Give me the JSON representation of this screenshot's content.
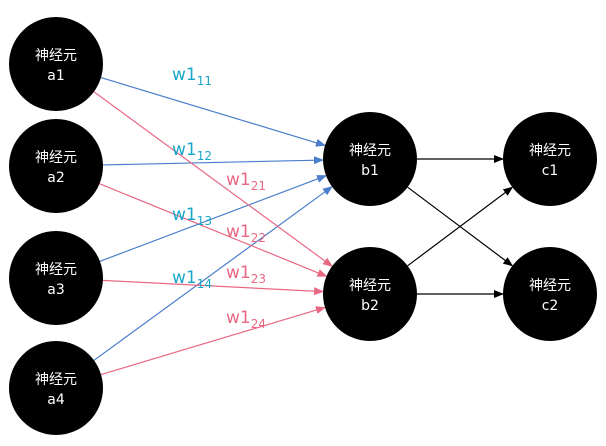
{
  "diagram": {
    "colors": {
      "node_fill": "#000000",
      "node_text": "#ffffff",
      "edge_blue": "#4a7ecb",
      "edge_pink": "#e86884",
      "edge_black": "#000000",
      "label_blue": "#1aa6c8",
      "label_pink": "#e86884"
    },
    "nodes": [
      {
        "id": "a1",
        "line1": "神经元",
        "line2": "a1"
      },
      {
        "id": "a2",
        "line1": "神经元",
        "line2": "a2"
      },
      {
        "id": "a3",
        "line1": "神经元",
        "line2": "a3"
      },
      {
        "id": "a4",
        "line1": "神经元",
        "line2": "a4"
      },
      {
        "id": "b1",
        "line1": "神经元",
        "line2": "b1"
      },
      {
        "id": "b2",
        "line1": "神经元",
        "line2": "b2"
      },
      {
        "id": "c1",
        "line1": "神经元",
        "line2": "c1"
      },
      {
        "id": "c2",
        "line1": "神经元",
        "line2": "c2"
      }
    ],
    "edges": [
      {
        "from": "a1",
        "to": "b1",
        "color": "blue"
      },
      {
        "from": "a2",
        "to": "b1",
        "color": "blue"
      },
      {
        "from": "a3",
        "to": "b1",
        "color": "blue"
      },
      {
        "from": "a4",
        "to": "b1",
        "color": "blue"
      },
      {
        "from": "a1",
        "to": "b2",
        "color": "pink"
      },
      {
        "from": "a2",
        "to": "b2",
        "color": "pink"
      },
      {
        "from": "a3",
        "to": "b2",
        "color": "pink"
      },
      {
        "from": "a4",
        "to": "b2",
        "color": "pink"
      },
      {
        "from": "b1",
        "to": "c1",
        "color": "black"
      },
      {
        "from": "b1",
        "to": "c2",
        "color": "black"
      },
      {
        "from": "b2",
        "to": "c1",
        "color": "black"
      },
      {
        "from": "b2",
        "to": "c2",
        "color": "black"
      }
    ],
    "weight_labels": [
      {
        "id": "w1_11",
        "base": "w1",
        "sub": "11",
        "color": "blue"
      },
      {
        "id": "w1_12",
        "base": "w1",
        "sub": "12",
        "color": "blue"
      },
      {
        "id": "w1_13",
        "base": "w1",
        "sub": "13",
        "color": "blue"
      },
      {
        "id": "w1_14",
        "base": "w1",
        "sub": "14",
        "color": "blue"
      },
      {
        "id": "w1_21",
        "base": "w1",
        "sub": "21",
        "color": "pink"
      },
      {
        "id": "w1_22",
        "base": "w1",
        "sub": "22",
        "color": "pink"
      },
      {
        "id": "w1_23",
        "base": "w1",
        "sub": "23",
        "color": "pink"
      },
      {
        "id": "w1_24",
        "base": "w1",
        "sub": "24",
        "color": "pink"
      }
    ]
  }
}
